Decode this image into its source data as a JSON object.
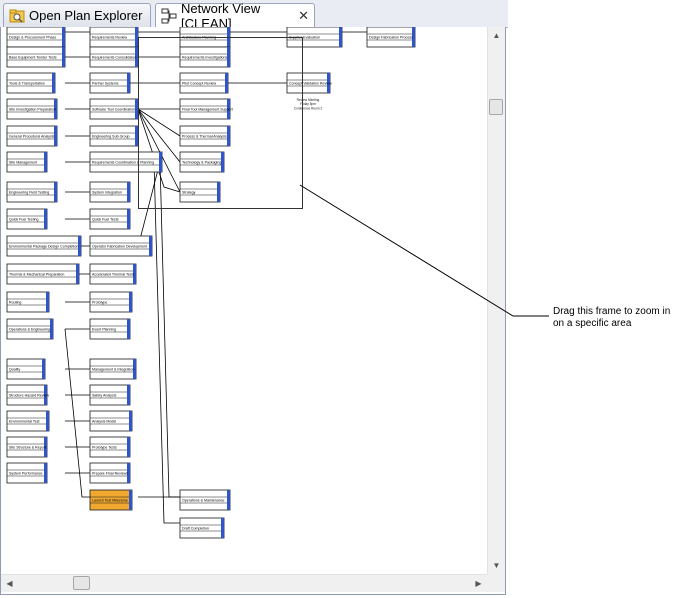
{
  "tabs": [
    {
      "label": "Open Plan Explorer",
      "icon": "folder-magnifier-icon",
      "active": false
    },
    {
      "label": "Network View [CLEAN]",
      "icon": "network-view-icon",
      "active": true
    }
  ],
  "close_glyph": "✕",
  "callout": {
    "text": "Drag this frame to zoom in on a specific area"
  },
  "milestone_note": {
    "lines": [
      "Review Meeting",
      "Friday 5pm",
      "Conference Room 2"
    ]
  },
  "colors": {
    "tab_bar": "#e9ecf2",
    "border": "#8f9bb1",
    "node_border": "#1a1a1a",
    "node_bar_blue": "#2f55c8",
    "node_highlight": "#f0a830",
    "link": "#000000"
  },
  "nodes": [
    {
      "id": "n1",
      "label": "Design & Procurement Phase"
    },
    {
      "id": "n2",
      "label": "Requirements Review"
    },
    {
      "id": "n3",
      "label": "Architecture Planning"
    },
    {
      "id": "n4",
      "label": "Supplier Evaluation"
    },
    {
      "id": "n5",
      "label": "Design Fabrication Process"
    },
    {
      "id": "n6",
      "label": "Base Equipment Tender Tests"
    },
    {
      "id": "n7",
      "label": "Requirements Consolidated"
    },
    {
      "id": "n8",
      "label": "Requirements Investigations"
    },
    {
      "id": "n9",
      "label": "Tools & Transportation"
    },
    {
      "id": "n10",
      "label": "Partner Systems"
    },
    {
      "id": "n11",
      "label": "Pilot Concept Review"
    },
    {
      "id": "n12",
      "label": "Concept Validation Review"
    },
    {
      "id": "n13",
      "label": "Site Investigation Preparation"
    },
    {
      "id": "n14",
      "label": "Software Tool Coordination"
    },
    {
      "id": "n15",
      "label": "Final Tool Management Support"
    },
    {
      "id": "n16",
      "label": "General Procedural Analysis"
    },
    {
      "id": "n17",
      "label": "Engineering Sub Group"
    },
    {
      "id": "n18",
      "label": "Process & Thermal Analysis"
    },
    {
      "id": "n19",
      "label": "Site Management"
    },
    {
      "id": "n20",
      "label": "Requirements Coordination & Planning"
    },
    {
      "id": "n21",
      "label": "Technology & Packaging"
    },
    {
      "id": "n22",
      "label": "Engineering Field Testing"
    },
    {
      "id": "n23",
      "label": "System Integration"
    },
    {
      "id": "n24",
      "label": "Strategy"
    },
    {
      "id": "n25",
      "label": "Quick Fuel Testing"
    },
    {
      "id": "n26",
      "label": "Quick Fuel Tests"
    },
    {
      "id": "n27",
      "label": "Environmental Package Design Completion"
    },
    {
      "id": "n28",
      "label": "Operator Fabrication Development"
    },
    {
      "id": "n29",
      "label": "Thermal & Mechanical Preparation"
    },
    {
      "id": "n30",
      "label": "Accelerated Thermal Tests"
    },
    {
      "id": "n31",
      "label": "Routing"
    },
    {
      "id": "n32",
      "label": "Prototype"
    },
    {
      "id": "n33",
      "label": "Operations & Engineering"
    },
    {
      "id": "n34",
      "label": "Event Planning"
    },
    {
      "id": "n35",
      "label": "Quality"
    },
    {
      "id": "n36",
      "label": "Management & Integration"
    },
    {
      "id": "n37",
      "label": "Structure Hazard Review"
    },
    {
      "id": "n38",
      "label": "Safety Analysis"
    },
    {
      "id": "n39",
      "label": "Environmental Test"
    },
    {
      "id": "n40",
      "label": "Analysis Model"
    },
    {
      "id": "n41",
      "label": "Site Structure & Report"
    },
    {
      "id": "n42",
      "label": "Prototype Tests"
    },
    {
      "id": "n43",
      "label": "System Performance"
    },
    {
      "id": "n44",
      "label": "Prepare Final Reviews"
    },
    {
      "id": "n45",
      "label": "Launch Test Milestone"
    },
    {
      "id": "n46",
      "label": "Operations & Maintenance"
    },
    {
      "id": "n47",
      "label": "Draft Completion"
    }
  ]
}
